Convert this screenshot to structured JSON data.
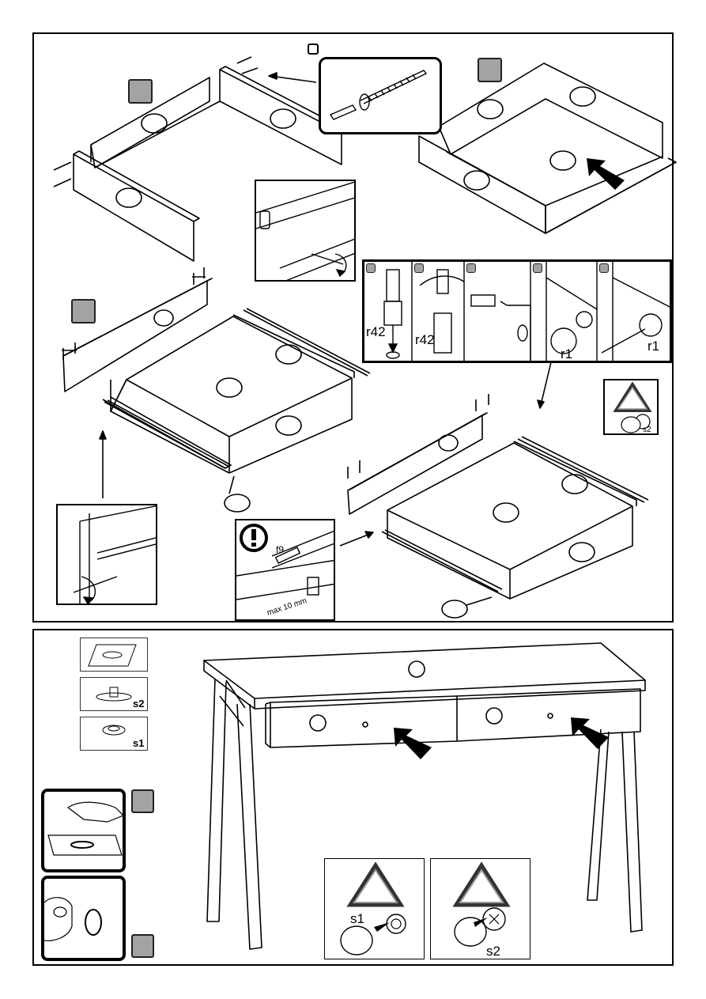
{
  "labels": {
    "r42_a": "r42",
    "r42_b": "r42",
    "r1_a": "r1",
    "r1_b": "r1",
    "f9": "f9",
    "max_depth": "max 10 mm",
    "s2_box": "s2",
    "s1_box": "s1",
    "s1_cap": "s1",
    "s2_cap": "s2",
    "s2_small": "s2"
  },
  "colors": {
    "line": "#000000",
    "step_tag": "#a3a3a3",
    "triangle_outer": "#333333",
    "triangle_inner": "#9a9a9a",
    "arrow_fill": "#000000"
  },
  "icons": {
    "warning": "exclamation-circle-icon",
    "caution": "warning-triangle-icon",
    "screw": "screw-icon",
    "cam_bolt": "cam-bolt-icon",
    "cam_lock": "cam-lock-icon",
    "dowel": "dowel-icon",
    "cover_cap": "cover-cap-icon",
    "screwdriver": "screwdriver-icon"
  }
}
